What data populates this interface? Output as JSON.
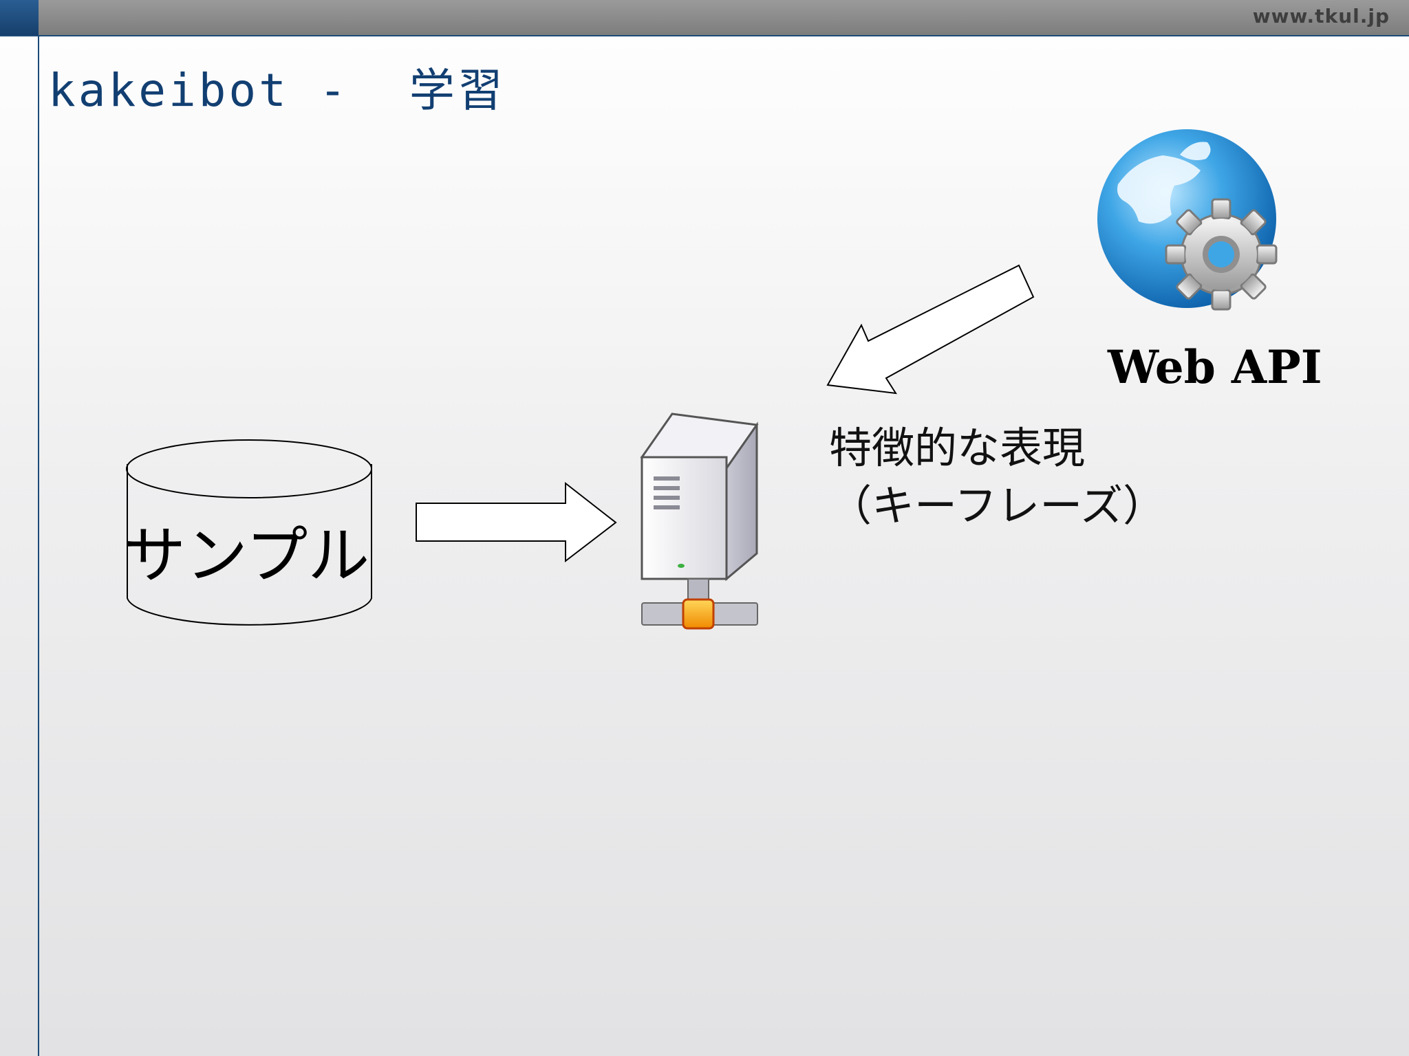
{
  "header": {
    "site_url": "www.tkul.jp"
  },
  "slide": {
    "title": "kakeibot -  学習"
  },
  "diagram": {
    "database_label": "サンプル",
    "webapi_label": "Web API",
    "keyphrase_line1": "特徴的な表現",
    "keyphrase_line2": "（キーフレーズ）",
    "icons": [
      "database-icon",
      "server-icon",
      "globe-gear-icon"
    ]
  },
  "colors": {
    "accent": "#1b4a78",
    "title": "#123f72",
    "topbar": "#8a8a8a"
  }
}
